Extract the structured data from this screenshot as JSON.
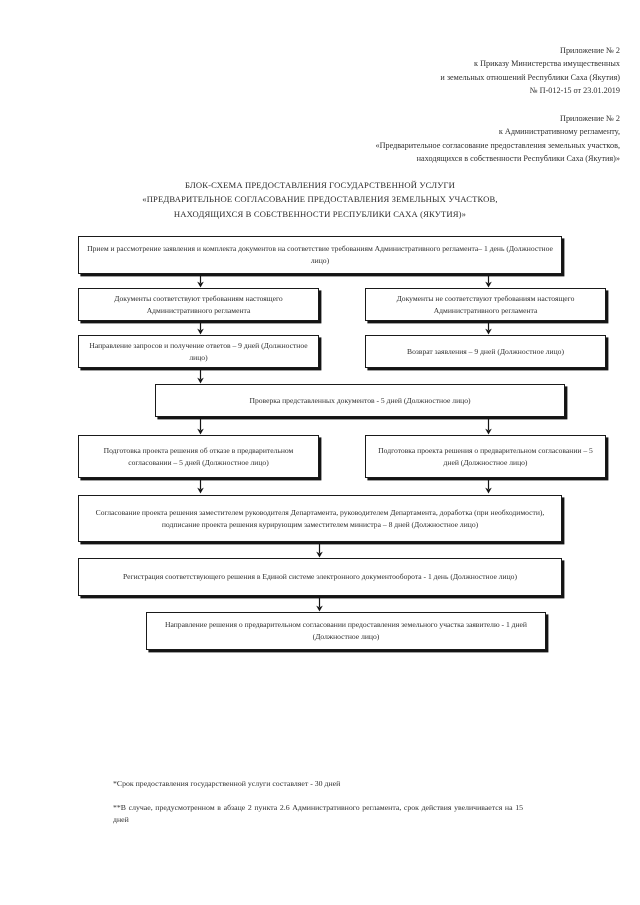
{
  "header": {
    "block1": [
      "Приложение № 2",
      "к Приказу Министерства имущественных",
      "и земельных отношений Республики Саха (Якутия)",
      "№ П-012-15 от 23.01.2019"
    ],
    "block2": [
      "Приложение № 2",
      "к Административному регламенту,",
      "«Предварительное согласование предоставления земельных участков,",
      "находящихся в собственности Республики Саха (Якутия)»"
    ]
  },
  "title": {
    "line1": "БЛОК-СХЕМА ПРЕДОСТАВЛЕНИЯ ГОСУДАРСТВЕННОЙ УСЛУГИ",
    "line2": "«ПРЕДВАРИТЕЛЬНОЕ СОГЛАСОВАНИЕ ПРЕДОСТАВЛЕНИЯ ЗЕМЕЛЬНЫХ УЧАСТКОВ,",
    "line3": "НАХОДЯЩИХСЯ В СОБСТВЕННОСТИ РЕСПУБЛИКИ САХА (ЯКУТИЯ)»"
  },
  "flowchart": {
    "type": "flowchart",
    "nodes": [
      {
        "id": "n1",
        "text": "Прием и рассмотрение заявления и комплекта документов на соответствие требованиям Административного регламента– 1 день (Должностное лицо)"
      },
      {
        "id": "n2a",
        "text": "Документы соответствуют требованиям настоящего Административного регламента"
      },
      {
        "id": "n2b",
        "text": "Документы не соответствуют требованиям настоящего Административного регламента"
      },
      {
        "id": "n3a",
        "text": "Направление запросов и получение ответов – 9 дней (Должностное лицо)"
      },
      {
        "id": "n3b",
        "text": "Возврат заявления – 9 дней (Должностное лицо)"
      },
      {
        "id": "n4",
        "text": "Проверка представленных документов - 5 дней (Должностное лицо)"
      },
      {
        "id": "n5a",
        "text": "Подготовка проекта решения об отказе в предварительном согласовании – 5 дней (Должностное лицо)"
      },
      {
        "id": "n5b",
        "text": "Подготовка проекта решения о предварительном согласовании – 5 дней (Должностное лицо)"
      },
      {
        "id": "n6",
        "text": "Согласование проекта решения заместителем руководителя Департамента, руководителем Департамента, доработка (при необходимости), подписание проекта решения курирующим заместителем министра  –  8 дней (Должностное лицо)"
      },
      {
        "id": "n7",
        "text": "Регистрация соответствующего решения в Единой системе электронного документооборота - 1 день (Должностное лицо)"
      },
      {
        "id": "n8",
        "text": "Направление решения о предварительном согласовании предоставления земельного участка заявителю - 1 дней (Должностное лицо)"
      }
    ]
  },
  "notes": {
    "note1": "*Срок предоставления государственной услуги составляет - 30 дней",
    "note2": "**В случае, предусмотренном в абзаце 2 пункта 2.6 Административного регламента, срок действия увеличивается на 15 дней"
  }
}
